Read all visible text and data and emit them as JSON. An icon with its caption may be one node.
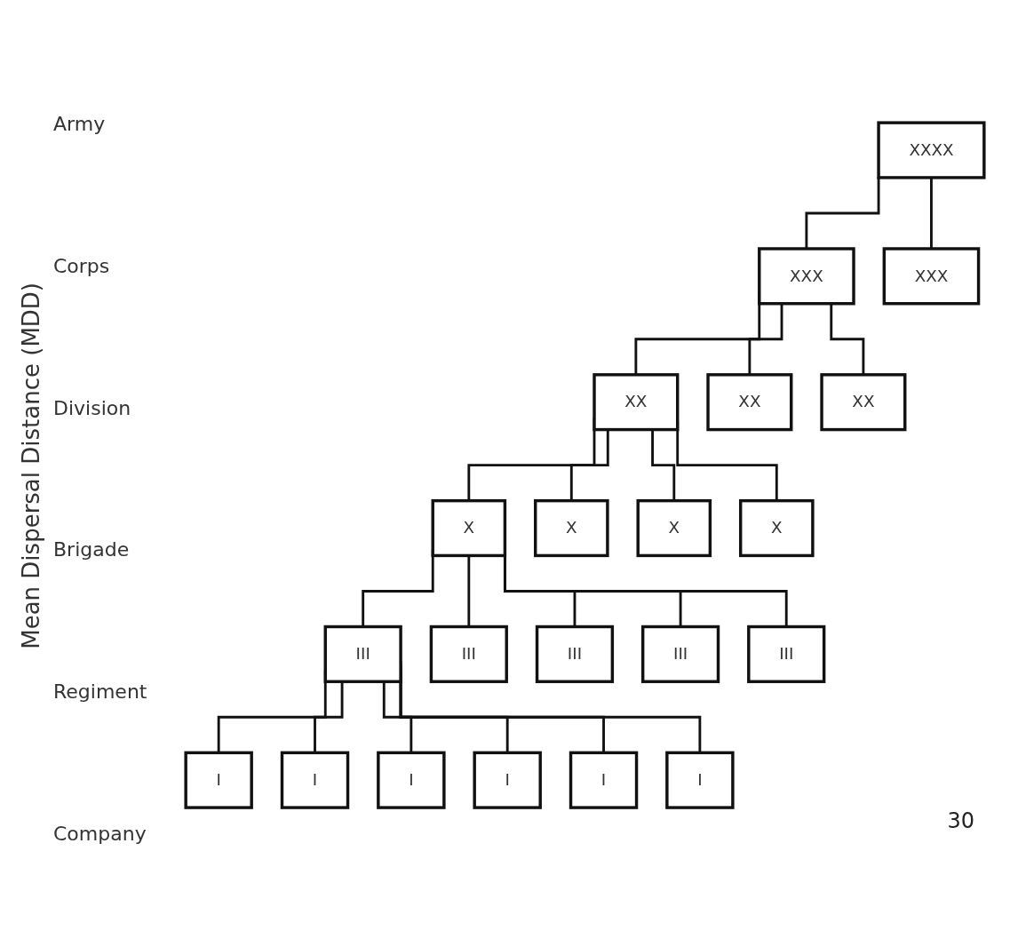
{
  "diagram": {
    "nodes": [
      {
        "text": [
          "XXXX"
        ]
      },
      {
        "text": [
          "XXX"
        ]
      },
      {
        "text": [
          "XXX"
        ]
      },
      {
        "text": [
          "XX"
        ]
      },
      {
        "text": [
          "XX"
        ]
      },
      {
        "text": [
          "XX"
        ]
      },
      {
        "text": [
          "X"
        ]
      },
      {
        "text": [
          "X"
        ]
      },
      {
        "text": [
          "X"
        ]
      },
      {
        "text": [
          "X"
        ]
      },
      {
        "text": [
          "III"
        ]
      },
      {
        "text": [
          "III"
        ]
      },
      {
        "text": [
          "III"
        ]
      },
      {
        "text": [
          "III"
        ]
      },
      {
        "text": [
          "III"
        ]
      },
      {
        "text": [
          "I"
        ]
      },
      {
        "text": [
          "I"
        ]
      },
      {
        "text": [
          "I"
        ]
      },
      {
        "text": [
          "I"
        ]
      },
      {
        "text": [
          "I"
        ]
      },
      {
        "text": [
          "I"
        ]
      }
    ],
    "edges": [
      {
        "from": 0,
        "to": 1,
        "arrow": "none"
      },
      {
        "from": 0,
        "to": 2,
        "arrow": "none"
      },
      {
        "from": 1,
        "to": 3,
        "arrow": "none"
      },
      {
        "from": 1,
        "to": 4,
        "arrow": "none"
      },
      {
        "from": 1,
        "to": 5,
        "arrow": "none"
      },
      {
        "from": 3,
        "to": 6,
        "arrow": "none"
      },
      {
        "from": 3,
        "to": 7,
        "arrow": "none"
      },
      {
        "from": 3,
        "to": 8,
        "arrow": "none"
      },
      {
        "from": 3,
        "to": 9,
        "arrow": "none"
      },
      {
        "from": 6,
        "to": 10,
        "arrow": "none"
      },
      {
        "from": 6,
        "to": 11,
        "arrow": "none"
      },
      {
        "from": 6,
        "to": 12,
        "arrow": "none"
      },
      {
        "from": 6,
        "to": 13,
        "arrow": "none"
      },
      {
        "from": 6,
        "to": 14,
        "arrow": "none"
      },
      {
        "from": 10,
        "to": 15,
        "arrow": "none"
      },
      {
        "from": 10,
        "to": 16,
        "arrow": "none"
      },
      {
        "from": 10,
        "to": 17,
        "arrow": "none"
      },
      {
        "from": 10,
        "to": 18,
        "arrow": "none"
      },
      {
        "from": 10,
        "to": 19,
        "arrow": "none"
      },
      {
        "from": 10,
        "to": 20,
        "arrow": "none"
      }
    ],
    "labels": [
      "Army",
      "Mean Dispersal Distance (MDD)",
      "Corps",
      "Division",
      "Brigade",
      "Regiment",
      "30",
      "Company"
    ]
  }
}
